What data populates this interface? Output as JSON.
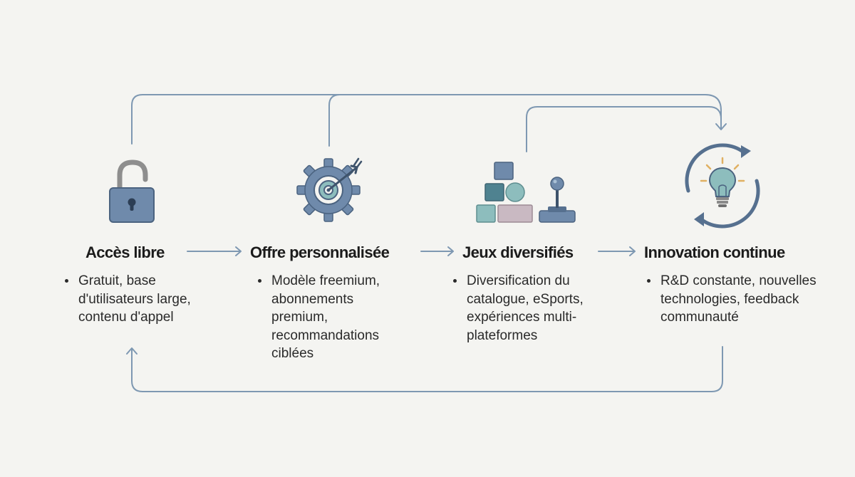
{
  "colors": {
    "background": "#f4f4f1",
    "connector": "#7e98b2",
    "icon_blue": "#6f8aab",
    "icon_dark": "#56708f",
    "icon_teal": "#8dbdbd",
    "icon_mauve": "#c9b9c2"
  },
  "steps": [
    {
      "title": "Accès libre",
      "icon": "unlocked-padlock-icon",
      "bullet": "Gratuit, base d'utilisateurs large, contenu d'appel"
    },
    {
      "title": "Offre personnalisée",
      "icon": "gear-target-icon",
      "bullet": "Modèle freemium, abonnements premium, recommandations ciblées"
    },
    {
      "title": "Jeux diversifiés",
      "icon": "blocks-joystick-icon",
      "bullet": "Diversification du catalogue, eSports, expériences multi-plateformes"
    },
    {
      "title": "Innovation continue",
      "icon": "lightbulb-cycle-icon",
      "bullet": "R&D constante, nouvelles technologies, feedback communauté"
    }
  ]
}
